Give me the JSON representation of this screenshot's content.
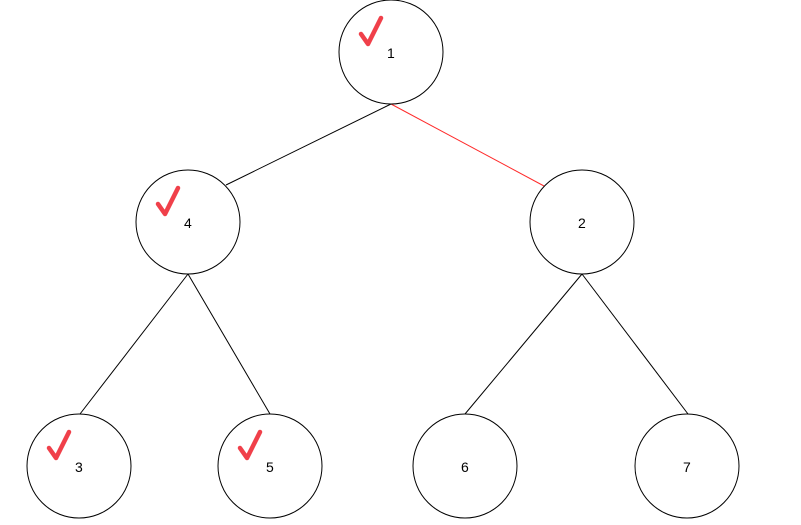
{
  "colors": {
    "edge": "#000000",
    "highlight_edge": "#ff2a2a",
    "check": "#f0404a"
  },
  "icons": {
    "check": "check-mark-icon"
  },
  "tree": {
    "nodes": [
      {
        "id": "n1",
        "label": "1",
        "checked": true
      },
      {
        "id": "n4",
        "label": "4",
        "checked": true
      },
      {
        "id": "n2",
        "label": "2",
        "checked": false
      },
      {
        "id": "n3",
        "label": "3",
        "checked": true
      },
      {
        "id": "n5",
        "label": "5",
        "checked": true
      },
      {
        "id": "n6",
        "label": "6",
        "checked": false
      },
      {
        "id": "n7",
        "label": "7",
        "checked": false
      }
    ],
    "edges": [
      {
        "from": "n1",
        "to": "n4",
        "highlighted": false
      },
      {
        "from": "n1",
        "to": "n2",
        "highlighted": true
      },
      {
        "from": "n4",
        "to": "n3",
        "highlighted": false
      },
      {
        "from": "n4",
        "to": "n5",
        "highlighted": false
      },
      {
        "from": "n2",
        "to": "n6",
        "highlighted": false
      },
      {
        "from": "n2",
        "to": "n7",
        "highlighted": false
      }
    ]
  }
}
